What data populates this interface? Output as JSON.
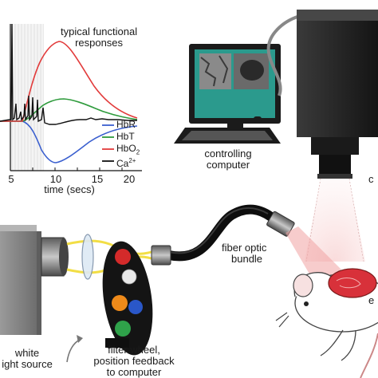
{
  "chart": {
    "title_line1": "typical functional",
    "title_line2": "responses",
    "xlabel": "time (secs)",
    "x_ticks": [
      "5",
      "10",
      "15",
      "20"
    ],
    "legend": [
      {
        "name": "HbR",
        "color": "#3a5fcf"
      },
      {
        "name": "HbT",
        "color": "#2e9b3c"
      },
      {
        "name": "HbO",
        "sub": "2",
        "color": "#e23b3b"
      },
      {
        "name": "Ca",
        "sup": "2+",
        "color": "#111111"
      }
    ],
    "stimulus_color": "#e6e6e6"
  },
  "labels": {
    "computer_line1": "controlling",
    "computer_line2": "computer",
    "fiber_line1": "fiber optic",
    "fiber_line2": "bundle",
    "light_line1": "white",
    "light_line2": "ight source",
    "filter_line1": "filter wheel,",
    "filter_line2": "position feedback",
    "filter_line3": "to computer",
    "right_edge_1": "c",
    "right_edge_2": "e"
  },
  "colors": {
    "monitor_screen": "#2b9a8d",
    "filter_red": "#d42a2a",
    "filter_orange": "#ee8a1a",
    "filter_green": "#2fa24a",
    "filter_blue": "#2a57c8",
    "beam": "#f2dd3c",
    "tissue": "#e8a0a6"
  }
}
